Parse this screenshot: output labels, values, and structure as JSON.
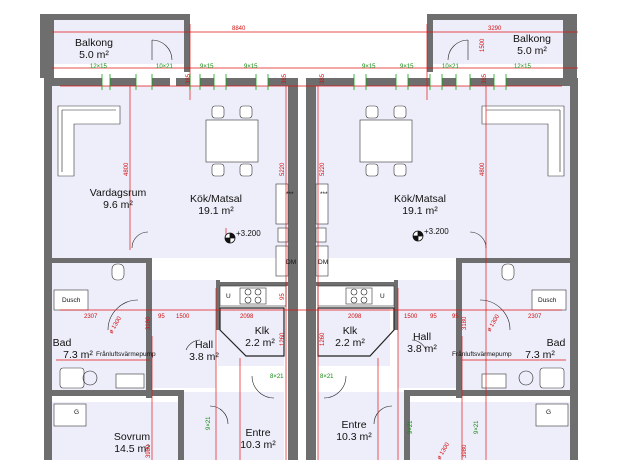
{
  "rooms": {
    "balkong_left": {
      "name": "Balkong",
      "area": "5.0 m²"
    },
    "balkong_right": {
      "name": "Balkong",
      "area": "5.0 m²"
    },
    "vardagsrum": {
      "name": "Vardagsrum",
      "area": "9.6 m²"
    },
    "kok_left": {
      "name": "Kök/Matsal",
      "area": "19.1 m²"
    },
    "kok_right": {
      "name": "Kök/Matsal",
      "area": "19.1 m²"
    },
    "bad_left": {
      "name": "Bad",
      "area": "7.3 m²"
    },
    "bad_right": {
      "name": "Bad",
      "area": "7.3 m²"
    },
    "hall_left": {
      "name": "Hall",
      "area": "3.8 m²"
    },
    "hall_right": {
      "name": "Hall",
      "area": "3.8 m²"
    },
    "klk_left": {
      "name": "Klk",
      "area": "2.2 m²"
    },
    "klk_right": {
      "name": "Klk",
      "area": "2.2 m²"
    },
    "entre_left": {
      "name": "Entre",
      "area": "10.3 m²"
    },
    "entre_right": {
      "name": "Entre",
      "area": "10.3 m²"
    },
    "sovrum": {
      "name": "Sovrum",
      "area": "14.5 m²"
    }
  },
  "labels": {
    "dusch_left": "Dusch",
    "dusch_right": "Dusch",
    "heatpump_left": "Frånluftsvärmepump",
    "heatpump_right": "Frånluftsvärmepump",
    "dm_left": "DM",
    "dm_right": "DM",
    "u_left": "U",
    "u_right": "U",
    "g_left": "G",
    "g_right": "G",
    "stars_left": "***",
    "stars_right": "***"
  },
  "elevations": {
    "left": "+3.200",
    "right": "+3.200"
  },
  "dimensions": {
    "d8840": "8840",
    "d3290": "3290",
    "d1500_top": "1500",
    "d12x15_l": "12×15",
    "d10x21_l": "10×21",
    "d9x15_a": "9×15",
    "d9x15_b": "9×15",
    "d9x15_c": "9×15",
    "d9x15_d": "9×15",
    "d10x21_r": "10×21",
    "d12x15_r": "12×15",
    "d385_a": "385",
    "d385_b": "385",
    "d385_c": "385",
    "d385_d": "385",
    "d4800_l": "4800",
    "d4800_r": "4800",
    "d5220_l": "5220",
    "d5220_r": "5220",
    "d2307_l": "2307",
    "d2307_r": "2307",
    "d95_a": "95",
    "d95_b": "95",
    "d95_c": "95",
    "d95_d": "95",
    "d1500_l": "1500",
    "d1500_r": "1500",
    "d2098_l": "2098",
    "d2098_r": "2098",
    "d1260_l": "1260",
    "d1260_r": "1260",
    "d3180_l": "3180",
    "d3180_r": "3180",
    "d8x21_l": "8×21",
    "d8x21_r": "8×21",
    "d9x21_a": "9×21",
    "d9x21_b": "9×21",
    "d9x21_c": "9×21",
    "d1300_a": "ø 1300",
    "d1300_b": "ø 1300",
    "d1300_c": "ø 1300",
    "d3980_l": "3980",
    "d3980_r": "3980"
  }
}
